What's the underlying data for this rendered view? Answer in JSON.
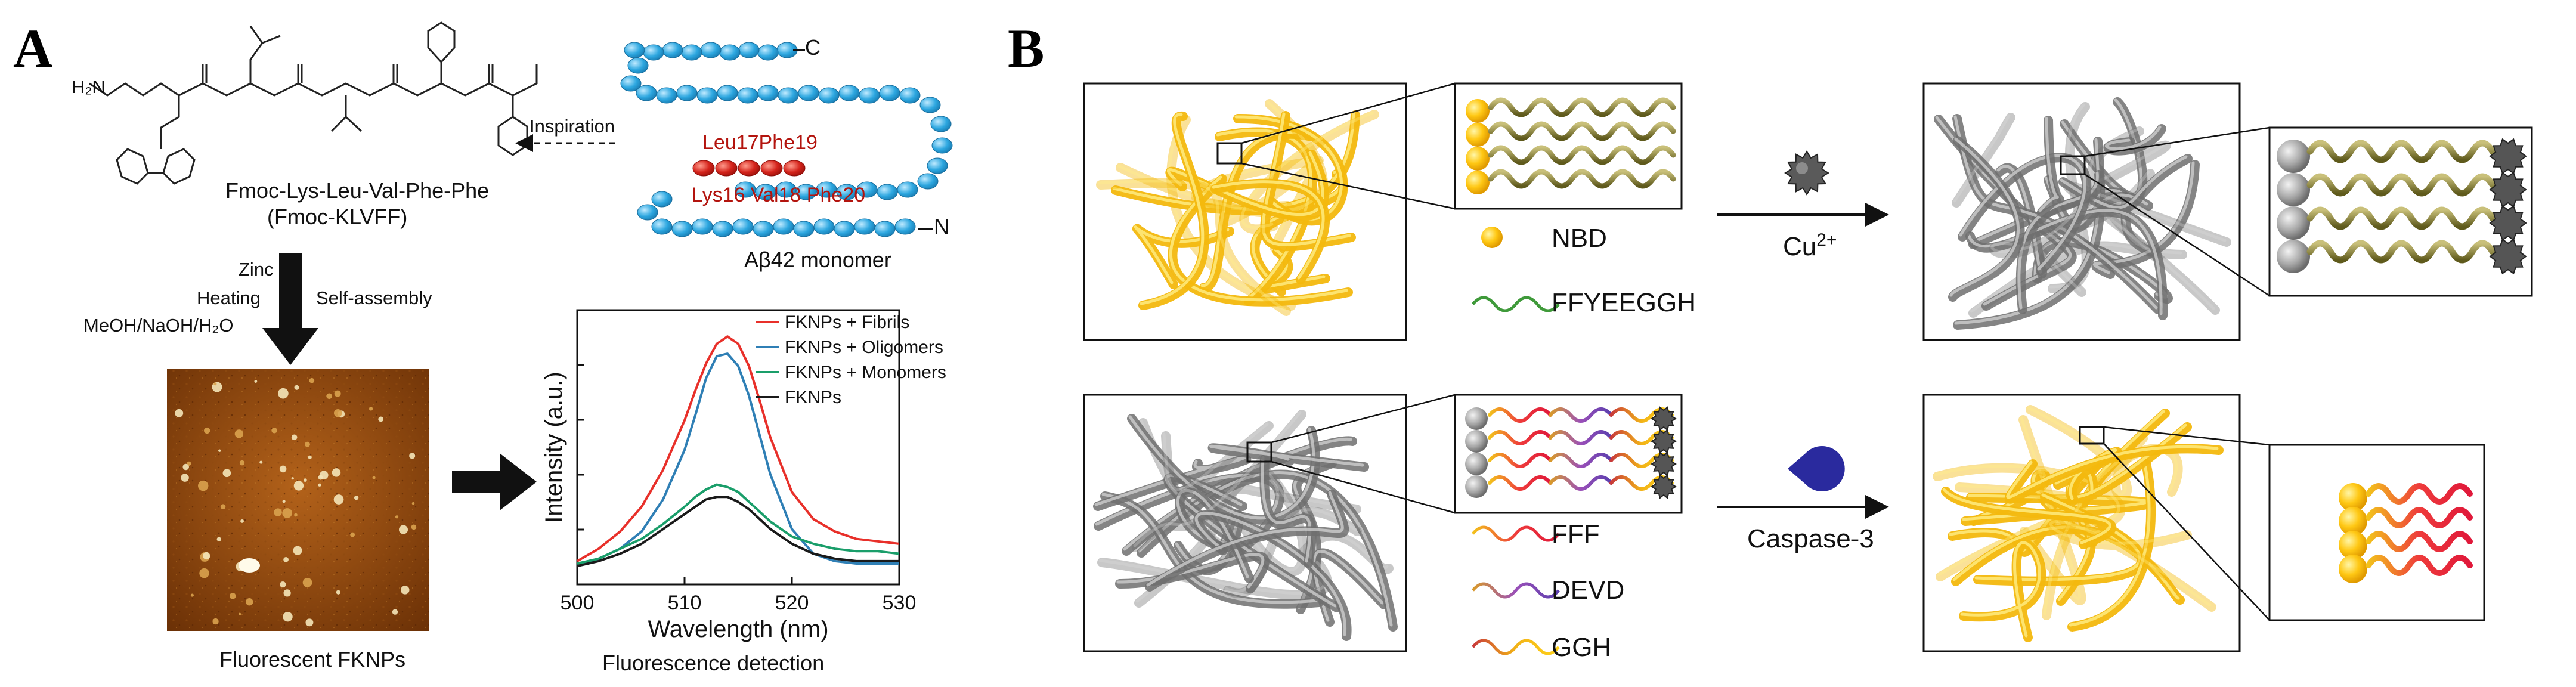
{
  "panel_a": {
    "letter": "A",
    "molecule_name": "Fmoc-Lys-Leu-Val-Phe-Phe",
    "molecule_abbrev": "(Fmoc-KLVFF)",
    "inspiration_label": "Inspiration",
    "protein": {
      "c_label": "C",
      "n_label": "N",
      "top_residues": "Leu17Phe19",
      "bottom_residues": "Lys16 Val18 Phe20",
      "monomer_label": "Aβ42 monomer"
    },
    "conditions": {
      "zinc": "Zinc",
      "heating": "Heating",
      "solvent": "MeOH/NaOH/H₂O",
      "self_assembly": "Self-assembly"
    },
    "afm_caption": "Fluorescent FKNPs",
    "chart_caption": "Fluorescence detection"
  },
  "chart_data": {
    "type": "line",
    "xlabel": "Wavelength (nm)",
    "ylabel": "Intensity (a.u.)",
    "xlim": [
      500,
      530
    ],
    "xticks": [
      "500",
      "510",
      "520",
      "530"
    ],
    "ylim": [
      0,
      1
    ],
    "legend_position": "top-right",
    "series": [
      {
        "name": "FKNPs + Fibrils",
        "color": "#e8302a",
        "x": [
          500,
          502,
          504,
          506,
          508,
          510,
          511,
          512,
          513,
          514,
          515,
          516,
          517,
          518,
          520,
          522,
          524,
          526,
          528,
          530
        ],
        "y": [
          0.05,
          0.1,
          0.17,
          0.27,
          0.42,
          0.62,
          0.74,
          0.85,
          0.93,
          0.96,
          0.93,
          0.84,
          0.7,
          0.55,
          0.33,
          0.22,
          0.17,
          0.14,
          0.13,
          0.12
        ]
      },
      {
        "name": "FKNPs + Oligomers",
        "color": "#2f7fb5",
        "x": [
          500,
          502,
          504,
          506,
          508,
          510,
          511,
          512,
          513,
          514,
          515,
          516,
          517,
          518,
          520,
          522,
          524,
          526,
          528,
          530
        ],
        "y": [
          0.03,
          0.06,
          0.1,
          0.17,
          0.3,
          0.5,
          0.64,
          0.79,
          0.88,
          0.89,
          0.84,
          0.72,
          0.56,
          0.4,
          0.18,
          0.08,
          0.05,
          0.04,
          0.04,
          0.04
        ]
      },
      {
        "name": "FKNPs + Monomers",
        "color": "#1a9e6a",
        "x": [
          500,
          502,
          504,
          506,
          508,
          510,
          511,
          512,
          513,
          514,
          515,
          516,
          517,
          518,
          520,
          522,
          524,
          526,
          528,
          530
        ],
        "y": [
          0.04,
          0.06,
          0.1,
          0.14,
          0.2,
          0.27,
          0.31,
          0.34,
          0.36,
          0.35,
          0.33,
          0.29,
          0.25,
          0.21,
          0.15,
          0.12,
          0.1,
          0.09,
          0.09,
          0.08
        ]
      },
      {
        "name": "FKNPs",
        "color": "#1a1a1a",
        "x": [
          500,
          502,
          504,
          506,
          508,
          510,
          511,
          512,
          513,
          514,
          515,
          516,
          517,
          518,
          520,
          522,
          524,
          526,
          528,
          530
        ],
        "y": [
          0.03,
          0.05,
          0.08,
          0.12,
          0.18,
          0.24,
          0.27,
          0.3,
          0.31,
          0.31,
          0.29,
          0.26,
          0.22,
          0.18,
          0.12,
          0.08,
          0.06,
          0.05,
          0.05,
          0.05
        ]
      }
    ]
  },
  "panel_b": {
    "letter": "B",
    "legend_top": {
      "nbd": "NBD",
      "peptide": "FFYEEGGH"
    },
    "legend_bottom": {
      "fff": "FFF",
      "devd": "DEVD",
      "ggh": "GGH"
    },
    "arrow_top": {
      "label_main": "Cu",
      "label_sup": "2+"
    },
    "arrow_bottom": {
      "label": "Caspase-3"
    }
  }
}
